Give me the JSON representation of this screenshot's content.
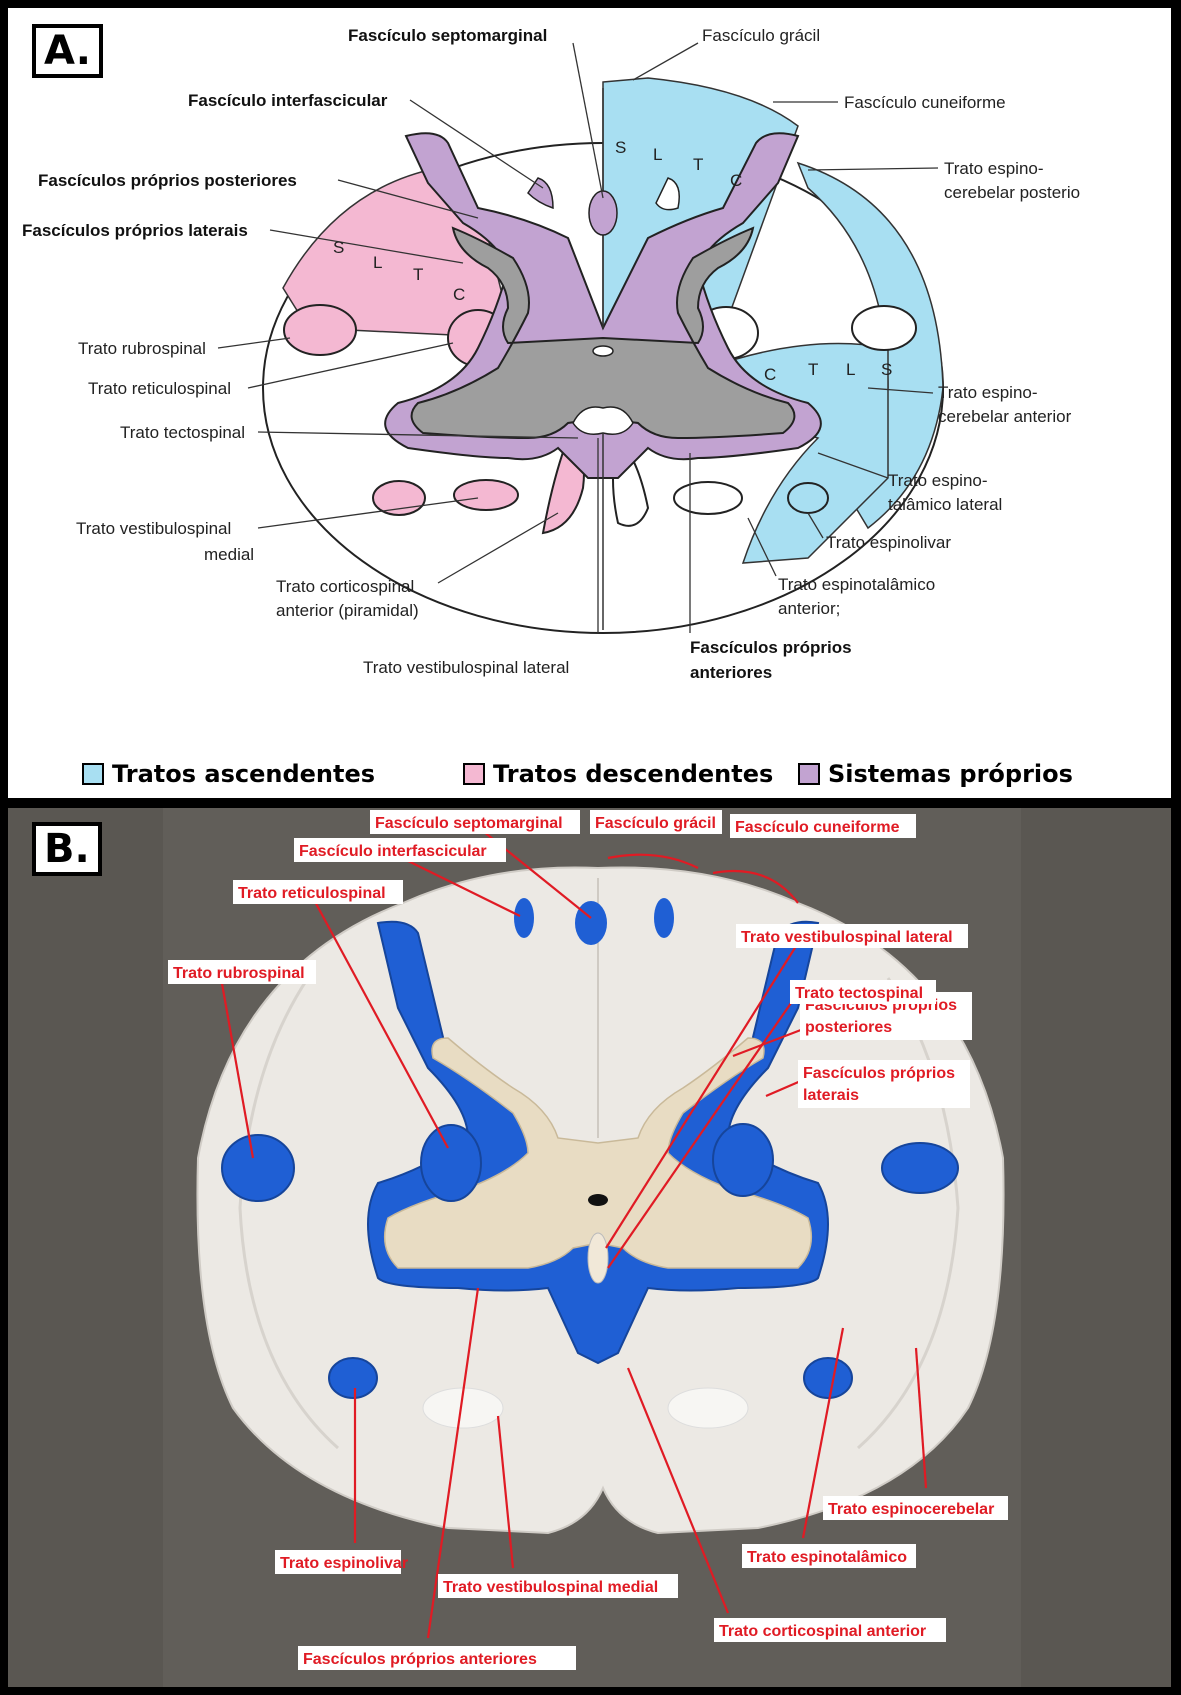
{
  "panel_a": {
    "tag": "A.",
    "labels": {
      "septomarginal": "Fascículo septomarginal",
      "gracil": "Fascículo grácil",
      "cuneiforme": "Fascículo cuneiforme",
      "interfascicular": "Fascículo interfascicular",
      "proprios_posteriores": "Fascículos próprios posteriores",
      "proprios_laterais": "Fascículos próprios laterais",
      "espinocerebelar_posterior_1": "Trato espino-",
      "espinocerebelar_posterior_2": "cerebelar posterio",
      "rubrospinal": "Trato rubrospinal",
      "reticulospinal": "Trato reticulospinal",
      "tectospinal": "Trato tectospinal",
      "vestibulospinal_medial_1": "Trato vestibulospinal",
      "vestibulospinal_medial_2": "medial",
      "corticospinal_1": "Trato corticospinal",
      "corticospinal_2": "anterior (piramidal)",
      "vestibulospinal_lateral": "Trato vestibulospinal lateral",
      "proprios_anteriores_1": "Fascículos próprios",
      "proprios_anteriores_2": "anteriores",
      "espinocerebelar_anterior_1": "Trato espino-",
      "espinocerebelar_anterior_2": "cerebelar anterior",
      "espinotalamico_lateral_1": "Trato espino-",
      "espinotalamico_lateral_2": "talâmico lateral",
      "espinolivar": "Trato espinolivar",
      "espinotalamico_anterior_1": "Trato espinotalâmico",
      "espinotalamico_anterior_2": "anterior;"
    },
    "somatotopy_left": [
      "S",
      "L",
      "T",
      "C"
    ],
    "somatotopy_right_top": [
      "S",
      "L",
      "T",
      "C"
    ],
    "somatotopy_right_bottom": [
      "C",
      "T",
      "L",
      "S"
    ],
    "legend": [
      {
        "label": "Tratos ascendentes",
        "color": "#a8dff2"
      },
      {
        "label": "Tratos descendentes",
        "color": "#f4b8d2"
      },
      {
        "label": "Sistemas próprios",
        "color": "#c2a3d1"
      }
    ]
  },
  "panel_b": {
    "tag": "B.",
    "labels": {
      "septomarginal": "Fascículo septomarginal",
      "gracil": "Fascículo grácil",
      "cuneiforme": "Fascículo cuneiforme",
      "interfascicular": "Fascículo interfascicular",
      "reticulospinal": "Trato reticulospinal",
      "rubrospinal": "Trato rubrospinal",
      "proprios_posteriores_1": "Fascículos próprios",
      "proprios_posteriores_2": "posteriores",
      "proprios_laterais_1": "Fascículos próprios",
      "proprios_laterais_2": "laterais",
      "vestibulospinal_lateral": "Trato vestibulospinal lateral",
      "tectospinal": "Trato tectospinal",
      "espinocerebelar": "Trato espinocerebelar",
      "espinotalamico": "Trato espinotalâmico",
      "espinolivar": "Trato espinolivar",
      "vestibulospinal_medial": "Trato vestibulospinal medial",
      "corticospinal_anterior": "Trato corticospinal anterior",
      "proprios_anteriores": "Fascículos próprios anteriores"
    }
  }
}
